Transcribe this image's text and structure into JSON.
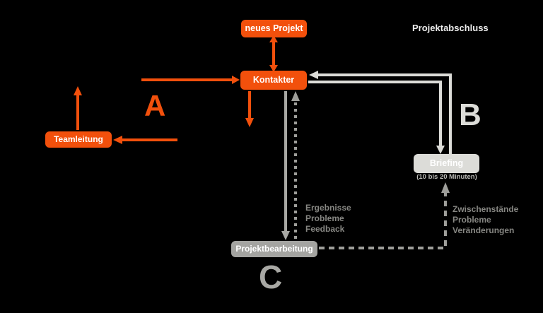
{
  "colors": {
    "background": "#000000",
    "orange": "#f2500c",
    "light-gray": "#dcdcd8",
    "mid-gray": "#a8a8a4",
    "box-gray": "#a4a4a1",
    "dash-gray": "#9e9e9a",
    "label-gray": "#868682",
    "subtext-gray": "#bdbdb9",
    "title-white": "#ededed"
  },
  "title": {
    "label": "Projektabschluss"
  },
  "nodes": {
    "neues_projekt": {
      "label": "neues Projekt"
    },
    "kontakter": {
      "label": "Kontakter"
    },
    "teamleitung": {
      "label": "Teamleitung"
    },
    "briefing": {
      "label": "Briefing",
      "sublabel": "(10 bis 20 Minuten)"
    },
    "projektbearbeitung": {
      "label": "Projektbearbeitung"
    }
  },
  "section_labels": {
    "a": "A",
    "b": "B",
    "c": "C"
  },
  "edge_labels": {
    "projektbearbeitung_to_kontakter": {
      "lines": [
        "Ergebnisse",
        "Probleme",
        "Feedback"
      ]
    },
    "projektbearbeitung_to_briefing": {
      "lines": [
        "Zwischenstände",
        "Probleme",
        "Veränderungen"
      ]
    }
  }
}
